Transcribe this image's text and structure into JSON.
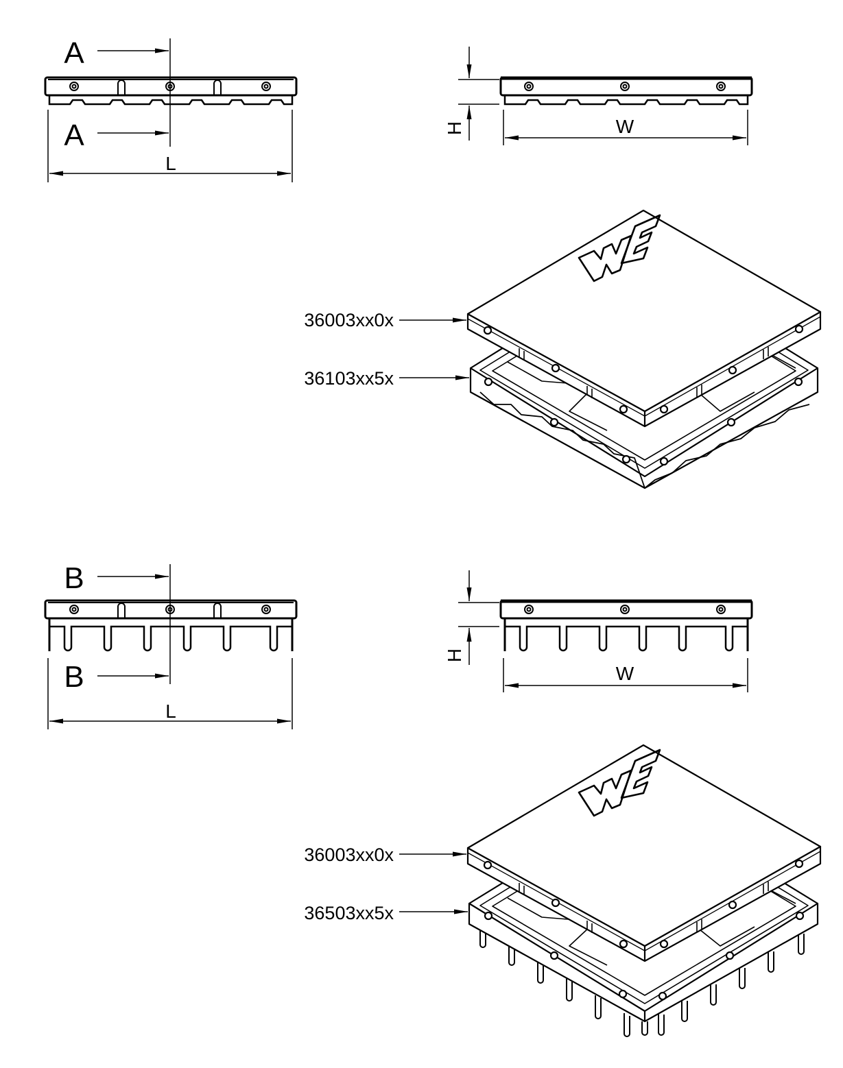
{
  "section_top": {
    "section_letter": "A",
    "dim_length": "L",
    "dim_height": "H",
    "dim_width": "W",
    "part_cover": "36003xx0x",
    "part_frame": "36103xx5x",
    "logo_text": "WE"
  },
  "section_bottom": {
    "section_letter": "B",
    "dim_length": "L",
    "dim_height": "H",
    "dim_width": "W",
    "part_cover": "36003xx0x",
    "part_frame": "36503xx5x",
    "logo_text": "WE"
  },
  "colors": {
    "line": "#000000",
    "background": "#ffffff"
  }
}
